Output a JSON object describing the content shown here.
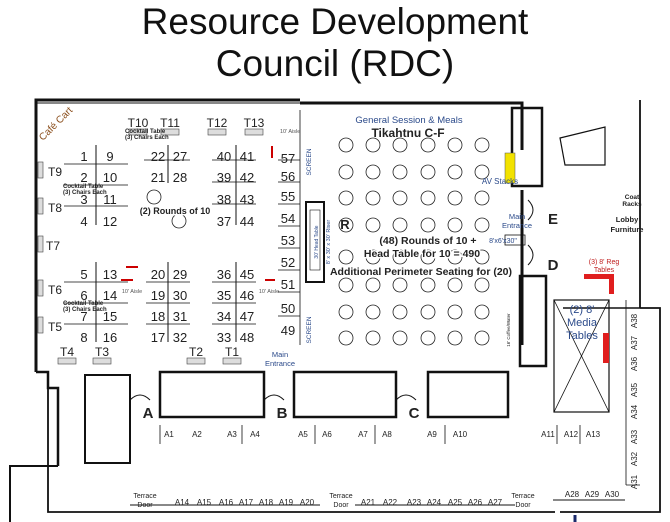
{
  "title": {
    "line1": "Resource Development",
    "line2": "Council (RDC)"
  },
  "room": {
    "subtitle": "General Session & Meals",
    "name": "Tikahtnu C-F",
    "note_1": "(48) Rounds of 10 +",
    "note_2": "Head Table for 10 = 490",
    "note_3": "Additional Perimeter Seating for (20)",
    "riser_symbol": "R",
    "rounds_note": "(2) Rounds of 10",
    "cafe_cart": "Café Cart",
    "screen_label": "SCREEN",
    "aisle_label": "10' Aisle",
    "cocktail_line1": "Cocktail Table",
    "cocktail_line2": "(3) Chairs Each",
    "head_table": "30' Head Table",
    "riser": "8' x 30' x 30' Riser",
    "coffee": "16' Coffee/Water",
    "av_stacks": "AV Stacks",
    "main_entrance_1": "Main",
    "main_entrance_2": "Entrance",
    "stage_size": "8'x6'x30\"",
    "reg_tables_1": "(3) 8' Reg",
    "reg_tables_2": "Tables",
    "media_1": "(2) 8'",
    "media_2": "Media",
    "media_3": "Tables",
    "coat_1": "Coat",
    "coat_2": "Racks",
    "lobby_1": "Lobby",
    "lobby_2": "Furniture",
    "terrace_1": "Terrace",
    "terrace_2": "Door"
  },
  "doors": [
    "A",
    "B",
    "C",
    "D",
    "E"
  ],
  "tables": {
    "left_a": [
      "1",
      "2",
      "3",
      "4",
      "5",
      "6",
      "7",
      "8"
    ],
    "left_b": [
      "9",
      "10",
      "11",
      "12",
      "13",
      "14",
      "15",
      "16"
    ],
    "mid_a": [
      "22",
      "21",
      "20",
      "19",
      "18",
      "17"
    ],
    "mid_b": [
      "27",
      "28",
      "29",
      "30",
      "31",
      "32"
    ],
    "right_a": [
      "40",
      "39",
      "38",
      "37",
      "36",
      "35",
      "34",
      "33"
    ],
    "right_b": [
      "41",
      "42",
      "43",
      "44",
      "45",
      "46",
      "47",
      "48"
    ],
    "wall": [
      "57",
      "56",
      "55",
      "54",
      "53",
      "52",
      "51",
      "50",
      "49"
    ]
  },
  "sponsor_tables": [
    "T1",
    "T2",
    "T3",
    "T4",
    "T5",
    "T6",
    "T7",
    "T8",
    "T9",
    "T10",
    "T11",
    "T12",
    "T13"
  ],
  "booths": {
    "front": [
      "A1",
      "A2",
      "A3",
      "A4",
      "A5",
      "A6",
      "A7",
      "A8",
      "A9",
      "A10",
      "A11",
      "A12",
      "A13"
    ],
    "terrace": [
      "A14",
      "A15",
      "A16",
      "A17",
      "A18",
      "A19",
      "A20",
      "A21",
      "A22",
      "A23",
      "A24",
      "A25",
      "A26",
      "A27"
    ],
    "corner": [
      "A28",
      "A29",
      "A30"
    ],
    "side": [
      "A31",
      "A32",
      "A33",
      "A34",
      "A35",
      "A36",
      "A37",
      "A38"
    ]
  },
  "colors": {
    "label_blue": "#2b4a8a",
    "red": "#e01e1e",
    "yellow": "#f2e200",
    "wall": "#111111"
  }
}
